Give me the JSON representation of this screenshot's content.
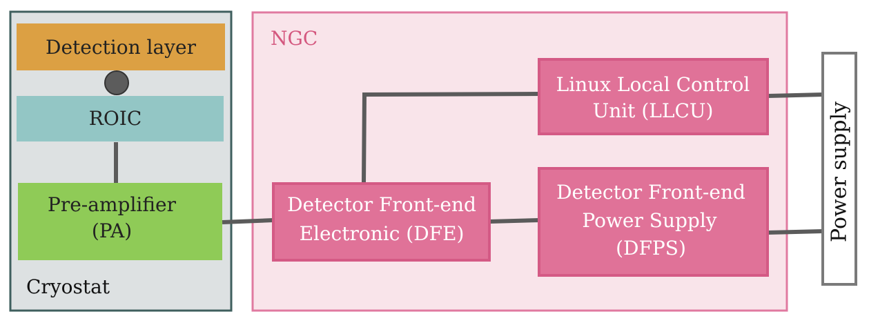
{
  "colors": {
    "cryostat_fill": "#dde1e2",
    "cryostat_border": "#3f5f5e",
    "detection_fill": "#dca043",
    "roic_fill": "#93c6c5",
    "pa_fill": "#8fcb57",
    "ngc_fill": "#f9e4ea",
    "ngc_border": "#e07aa0",
    "ngc_label": "#d4587f",
    "box_fill": "#e07298",
    "box_border": "#d45a85",
    "line": "#5b5b5b",
    "dot": "#5c5c5c",
    "power_fill": "#ffffff",
    "power_border": "#7a7a7a"
  },
  "cryostat": {
    "label": "Cryostat",
    "detection_layer": "Detection layer",
    "roic": "ROIC",
    "preamp": {
      "line1": "Pre-amplifier",
      "line2": "(PA)"
    }
  },
  "ngc": {
    "label": "NGC",
    "dfe": {
      "line1": "Detector Front-end",
      "line2": "Electronic (DFE)"
    },
    "llcu": {
      "line1": "Linux Local Control",
      "line2": "Unit (LLCU)"
    },
    "dfps": {
      "line1": "Detector Front-end",
      "line2": "Power Supply",
      "line3": "(DFPS)"
    }
  },
  "power_supply": {
    "label": "Power supply"
  }
}
